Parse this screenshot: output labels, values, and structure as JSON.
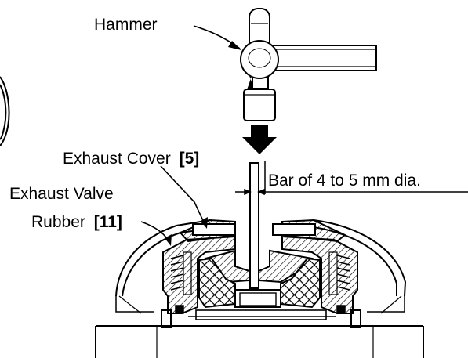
{
  "labels": {
    "hammer": "Hammer",
    "exhaust_cover": "Exhaust Cover",
    "exhaust_cover_ref": "[5]",
    "bar": "Bar of 4 to 5 mm dia.",
    "valve_line1": "Exhaust Valve",
    "valve_line2": "Rubber",
    "valve_ref": "[11]"
  }
}
